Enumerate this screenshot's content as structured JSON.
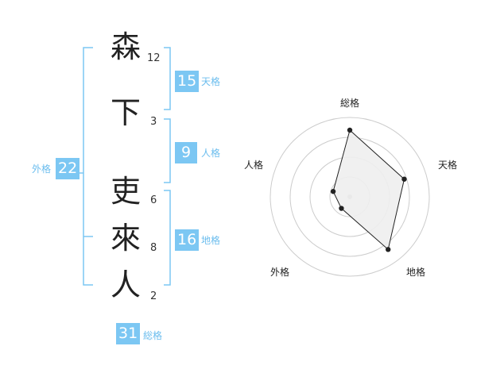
{
  "name_chars": [
    {
      "char": "森",
      "strokes": "12"
    },
    {
      "char": "下",
      "strokes": "3"
    },
    {
      "char": "吏",
      "strokes": "6"
    },
    {
      "char": "來",
      "strokes": "8"
    },
    {
      "char": "人",
      "strokes": "2"
    }
  ],
  "scores": {
    "tenkaku": {
      "value": "15",
      "label": "天格"
    },
    "jinkaku": {
      "value": "9",
      "label": "人格"
    },
    "chikaku": {
      "value": "16",
      "label": "地格"
    },
    "gaikaku": {
      "value": "22",
      "label": "外格"
    },
    "soukaku": {
      "value": "31",
      "label": "総格"
    }
  },
  "colors": {
    "accent": "#7cc7f3",
    "bracket": "#7cc7f3",
    "radar_fill": "#eeeeee",
    "radar_line": "#222222",
    "grid": "#cccccc"
  },
  "chart_data": {
    "type": "radar",
    "axes": [
      "総格",
      "天格",
      "地格",
      "外格",
      "人格"
    ],
    "values": [
      4.2,
      3.6,
      4.1,
      0.9,
      1.1
    ],
    "max": 5,
    "rings": 4
  }
}
